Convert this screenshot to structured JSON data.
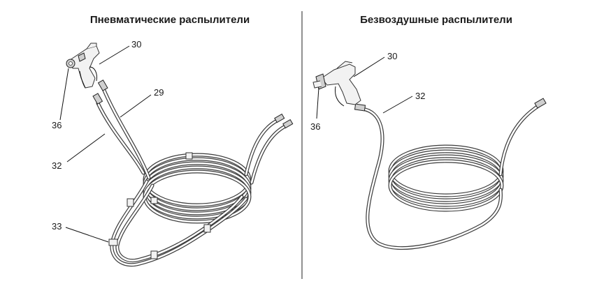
{
  "panels": {
    "left": {
      "title": "Пневматические распылители",
      "callouts": {
        "gun": "30",
        "air_hose": "29",
        "nozzle": "36",
        "fluid_hose": "32",
        "clip": "33"
      }
    },
    "right": {
      "title": "Безвоздушные распылители",
      "callouts": {
        "gun": "30",
        "nozzle": "36",
        "fluid_hose": "32"
      }
    }
  },
  "icons": {
    "air_gun": "spray-gun-icon",
    "airless_gun": "spray-gun-icon",
    "hose_coil": "hose-coil-icon"
  },
  "colors": {
    "line": "#3a3a3a",
    "text": "#1a1a1a",
    "background": "#ffffff"
  }
}
